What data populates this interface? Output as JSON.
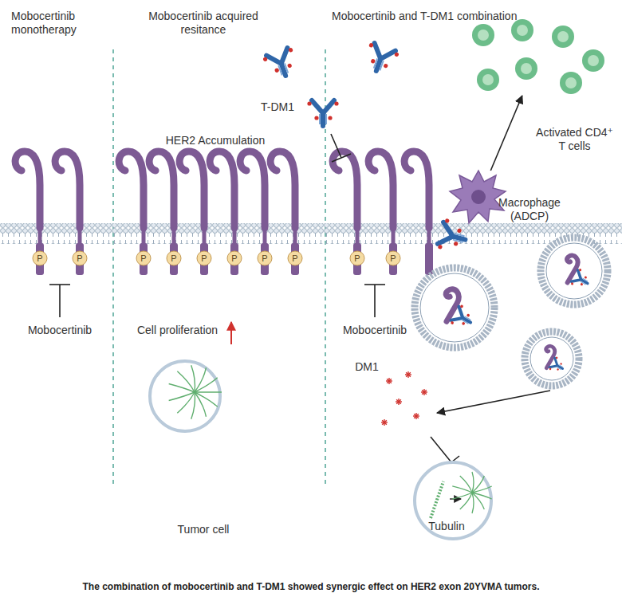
{
  "diagram": {
    "caption": "The combination of mobocertinib and T-DM1 showed synergic effect on HER2 exon 20YVMA tumors.",
    "nodes": [
      {
        "text": [
          "Macrophage (ADCP)"
        ]
      },
      {
        "text": [
          "Activated CD4⁺ T cells"
        ]
      }
    ],
    "edges": [
      {
        "from": 0,
        "to": 1,
        "arrow": "to"
      }
    ],
    "labels": [
      "Mobocertinib monotherapy",
      "Mobocertinib acquired resitance",
      "Mobocertinib and T-DM1 combination",
      "HER2 Accumulation",
      "T-DM1",
      "P",
      "P",
      "P",
      "P",
      "P",
      "P",
      "P",
      "P",
      "P",
      "P",
      "Mobocertinib",
      "Cell proliferation",
      "Mobocertinib",
      "DM1",
      "Tubulin",
      "Tumor cell"
    ]
  }
}
